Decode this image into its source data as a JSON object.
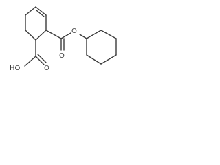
{
  "molecule": {
    "labels": {
      "acid_hydroxyl": "HO",
      "acid_carbonyl_oxygen": "O",
      "ester_carbonyl_oxygen": "O",
      "ester_bridge_oxygen": "O"
    },
    "colors": {
      "bond": "#3b3b3b",
      "label": "#3b3b3b",
      "background": "#ffffff"
    }
  }
}
